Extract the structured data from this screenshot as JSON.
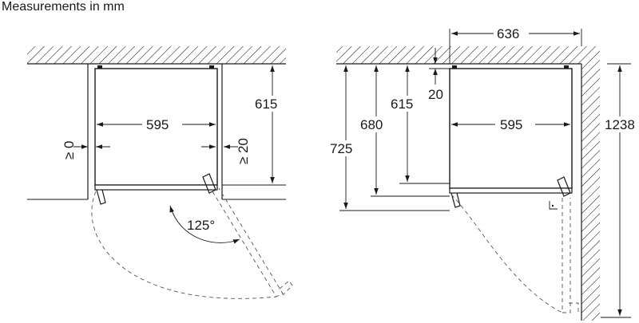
{
  "title": "Measurements in mm",
  "left_view": {
    "width_label": "595",
    "depth_label": "615",
    "left_gap_label": "≥ 0",
    "right_gap_label": "≥ 20",
    "angle_label": "125°"
  },
  "right_view": {
    "top_width_label": "636",
    "rear_gap_label": "20",
    "width_label": "595",
    "depth_615_label": "615",
    "depth_680_label": "680",
    "depth_725_label": "725",
    "total_depth_label": "1238"
  }
}
